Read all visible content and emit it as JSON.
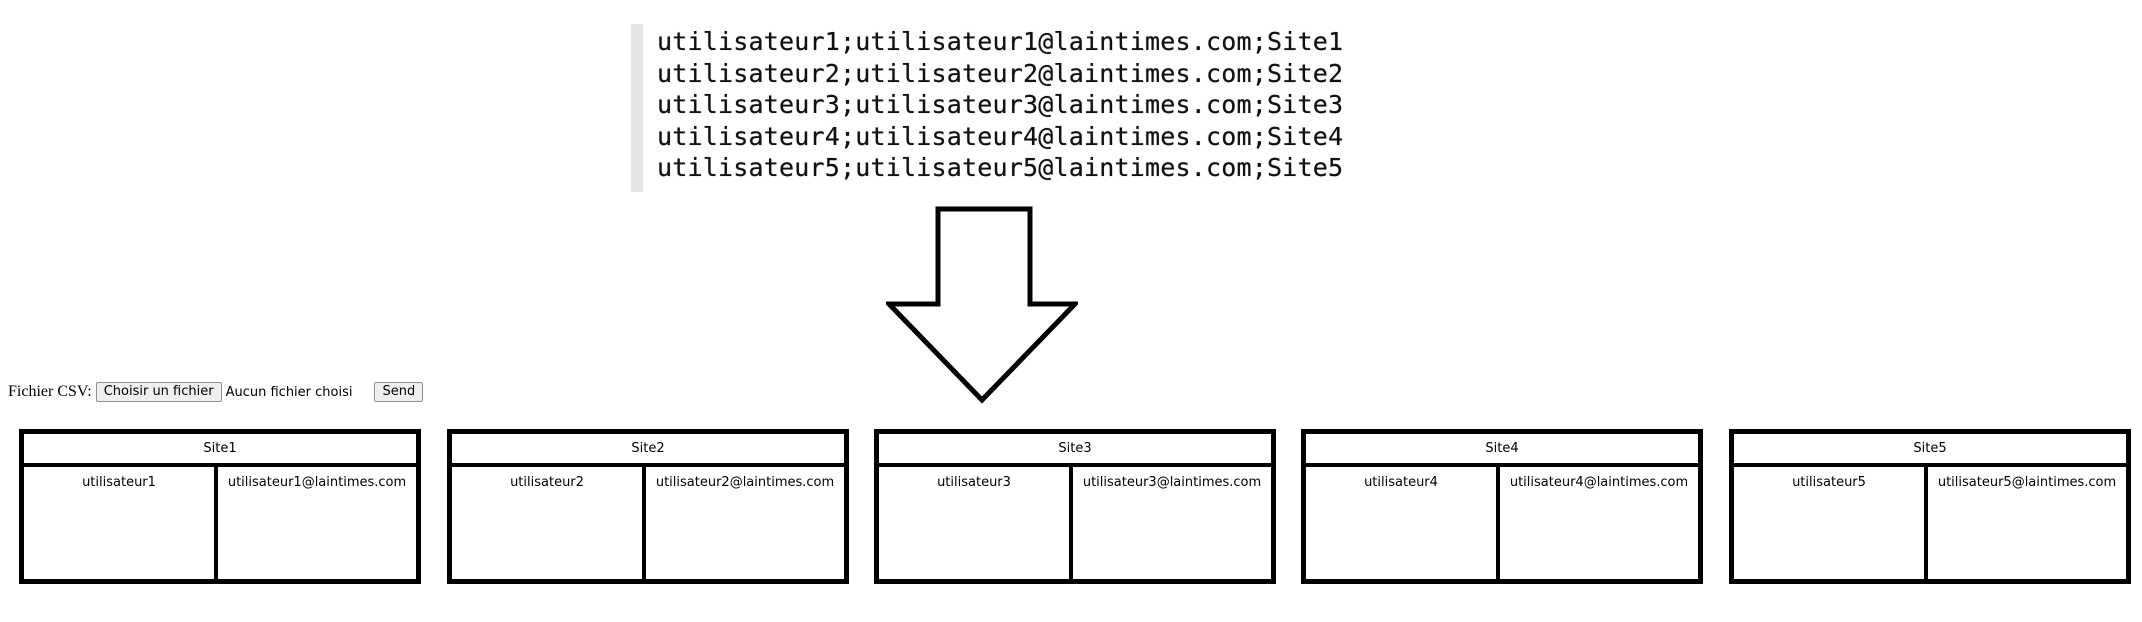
{
  "csv_preview": {
    "lines": [
      "utilisateur1;utilisateur1@laintimes.com;Site1",
      "utilisateur2;utilisateur2@laintimes.com;Site2",
      "utilisateur3;utilisateur3@laintimes.com;Site3",
      "utilisateur4;utilisateur4@laintimes.com;Site4",
      "utilisateur5;utilisateur5@laintimes.com;Site5"
    ]
  },
  "arrow": {
    "icon": "down-arrow-icon"
  },
  "form": {
    "label": "Fichier CSV:",
    "choose_button": "Choisir un fichier",
    "file_status": "Aucun fichier choisi",
    "send_button": "Send"
  },
  "sites": [
    {
      "name": "Site1",
      "user": "utilisateur1",
      "email": "utilisateur1@laintimes.com"
    },
    {
      "name": "Site2",
      "user": "utilisateur2",
      "email": "utilisateur2@laintimes.com"
    },
    {
      "name": "Site3",
      "user": "utilisateur3",
      "email": "utilisateur3@laintimes.com"
    },
    {
      "name": "Site4",
      "user": "utilisateur4",
      "email": "utilisateur4@laintimes.com"
    },
    {
      "name": "Site5",
      "user": "utilisateur5",
      "email": "utilisateur5@laintimes.com"
    }
  ]
}
